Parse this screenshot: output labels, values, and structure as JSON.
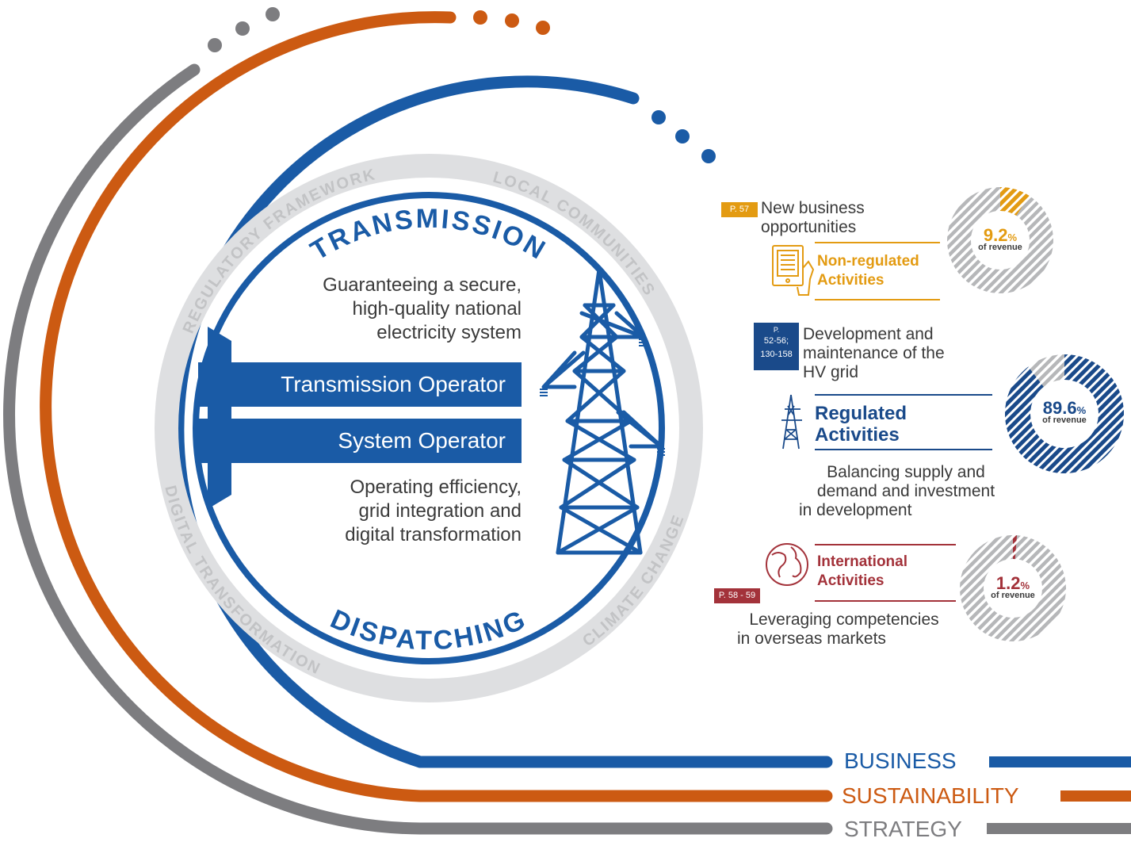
{
  "center": {
    "tagline": [
      "Guaranteeing a secure,",
      "high-quality national",
      "electricity system"
    ],
    "transmission_operator": "Transmission Operator",
    "system_operator": "System Operator",
    "subline": [
      "Operating efficiency,",
      "grid integration and",
      "digital transformation"
    ],
    "arc_top": "TRANSMISSION",
    "arc_bottom": "DISPATCHING"
  },
  "ring_words": {
    "regulatory": "REGULATORY FRAMEWORK",
    "local": "LOCAL COMMUNITIES",
    "digital": "DIGITAL TRANSFORMATION",
    "climate": "CLIMATE CHANGE"
  },
  "activities": [
    {
      "page_ref": "P. 57",
      "description": [
        "New business",
        "opportunities"
      ],
      "name": [
        "Non-regulated",
        "Activities"
      ],
      "percent_value": "9.2",
      "percent_sign": "%",
      "percent_caption": "of revenue",
      "share": 0.092,
      "color": "#e39b12"
    },
    {
      "page_ref": [
        "P.",
        "52-56;",
        "130-158"
      ],
      "description": [
        "Development and",
        "maintenance of the",
        "HV grid"
      ],
      "name": [
        "Regulated",
        "Activities"
      ],
      "extra": [
        "Balancing supply and",
        "demand and investment",
        "in development"
      ],
      "percent_value": "89.6",
      "percent_sign": "%",
      "percent_caption": "of revenue",
      "share": 0.896,
      "color": "#1a4a8a"
    },
    {
      "page_ref": "P. 58 - 59",
      "description": [
        "Leveraging competencies",
        "in overseas markets"
      ],
      "name": [
        "International",
        "Activities"
      ],
      "percent_value": "1.2",
      "percent_sign": "%",
      "percent_caption": "of revenue",
      "share": 0.012,
      "color": "#a3323a"
    }
  ],
  "footer": {
    "business": "BUSINESS",
    "sustainability": "SUSTAINABILITY",
    "strategy": "STRATEGY"
  },
  "colors": {
    "blue": "#1a5ba6",
    "orange": "#cc5a12",
    "gray": "#7d7d80",
    "light_gray": "#dedfe1",
    "ring_text": "#c2c3c5"
  }
}
